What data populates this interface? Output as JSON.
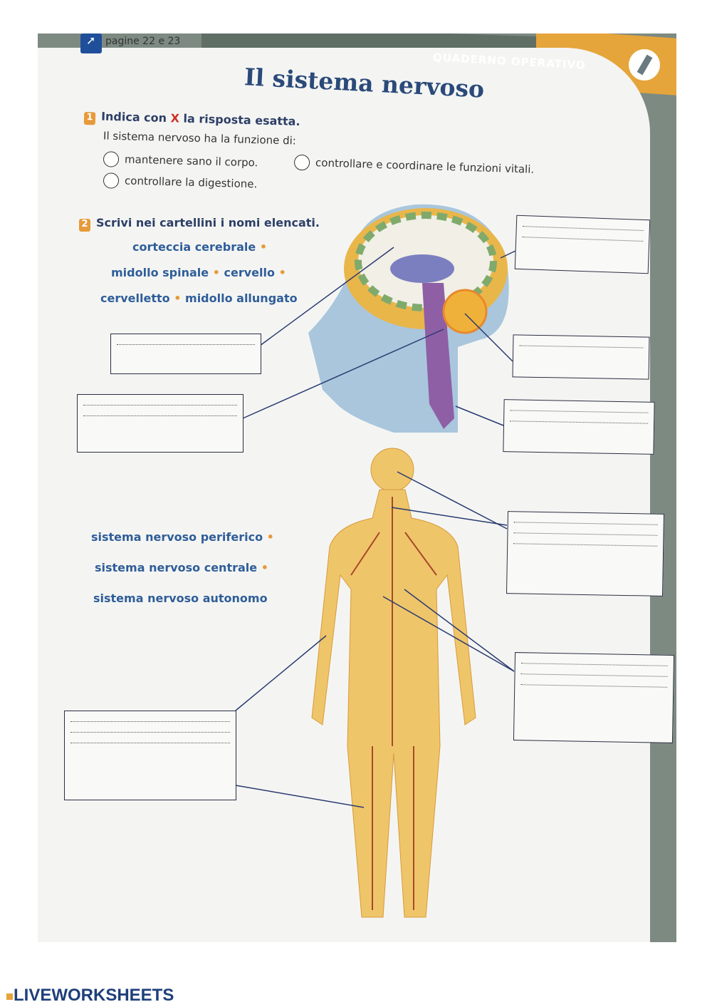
{
  "header": {
    "page_ref": "pagine 22 e 23",
    "section": "QUADERNO OPERATIVO",
    "title": "Il sistema nervoso"
  },
  "exercise1": {
    "number": "1",
    "instruction_pre": "Indica con ",
    "instruction_x": "X",
    "instruction_post": " la risposta esatta.",
    "question": "Il sistema nervoso ha la funzione di:",
    "options": [
      "mantenere sano il corpo.",
      "controllare e coordinare le funzioni vitali.",
      "controllare la digestione."
    ]
  },
  "exercise2": {
    "number": "2",
    "instruction": "Scrivi nei cartellini i nomi elencati.",
    "brain_words": [
      "corteccia cerebrale",
      "midollo spinale",
      "cervello",
      "cervelletto",
      "midollo allungato"
    ],
    "body_words": [
      "sistema nervoso periferico",
      "sistema nervoso centrale",
      "sistema nervoso autonomo"
    ],
    "bullet": "•"
  },
  "colors": {
    "title": "#2b4a7a",
    "accent": "#e79a3a",
    "words": "#2f5d99",
    "x_mark": "#d0302a"
  },
  "footer": {
    "logo": "LIVEWORKSHEETS"
  }
}
